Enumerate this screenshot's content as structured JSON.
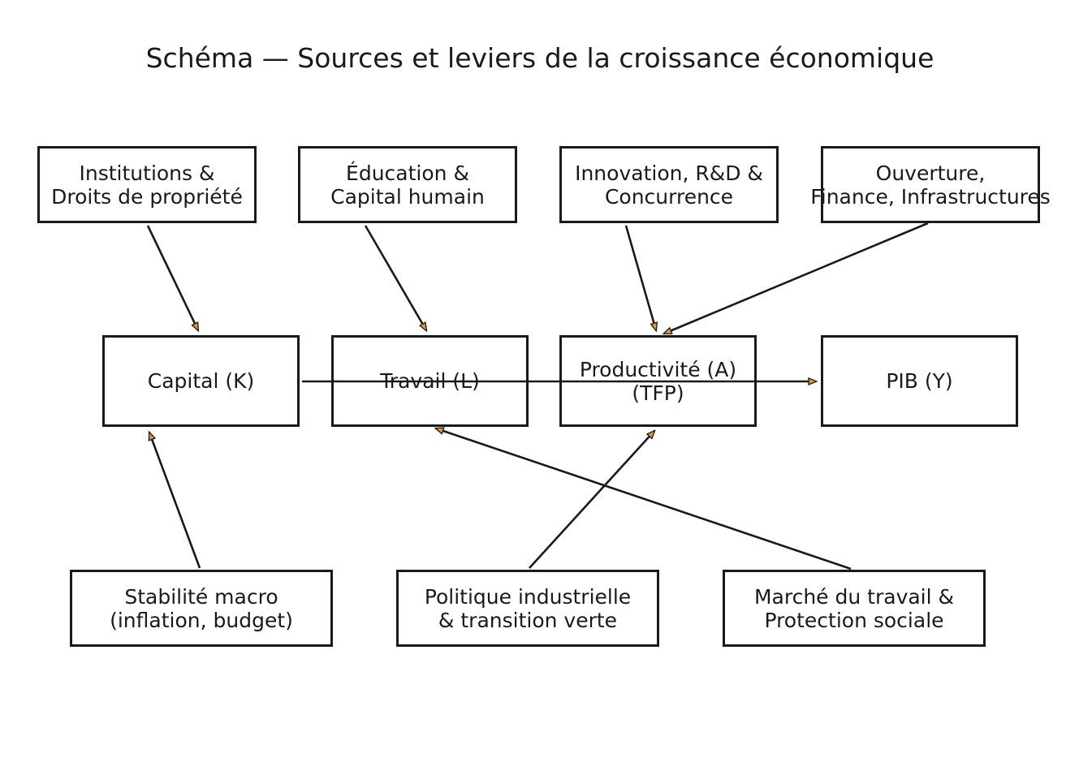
{
  "title": "Schéma — Sources et leviers de la croissance économique",
  "colors": {
    "line": "#1a1a1a",
    "arrowhead": "#e8952b",
    "background": "#ffffff"
  },
  "nodes": {
    "institutions": "Institutions &\nDroits de propriété",
    "education": "Éducation &\nCapital humain",
    "innovation": "Innovation, R&D &\nConcurrence",
    "ouverture": "Ouverture,\nFinance, Infrastructures",
    "capital": "Capital (K)",
    "travail": "Travail (L)",
    "productivite": "Productivité (A)\n(TFP)",
    "pib": "PIB (Y)",
    "stabilite": "Stabilité macro\n(inflation, budget)",
    "politique": "Politique industrielle\n& transition verte",
    "marche": "Marché du travail &\nProtection sociale"
  },
  "edges": [
    {
      "from": "institutions",
      "to": "capital"
    },
    {
      "from": "education",
      "to": "travail"
    },
    {
      "from": "innovation",
      "to": "productivite"
    },
    {
      "from": "ouverture",
      "to": "productivite"
    },
    {
      "from": "capital",
      "to": "pib"
    },
    {
      "from": "stabilite",
      "to": "capital"
    },
    {
      "from": "politique",
      "to": "productivite"
    },
    {
      "from": "marche",
      "to": "travail"
    }
  ]
}
